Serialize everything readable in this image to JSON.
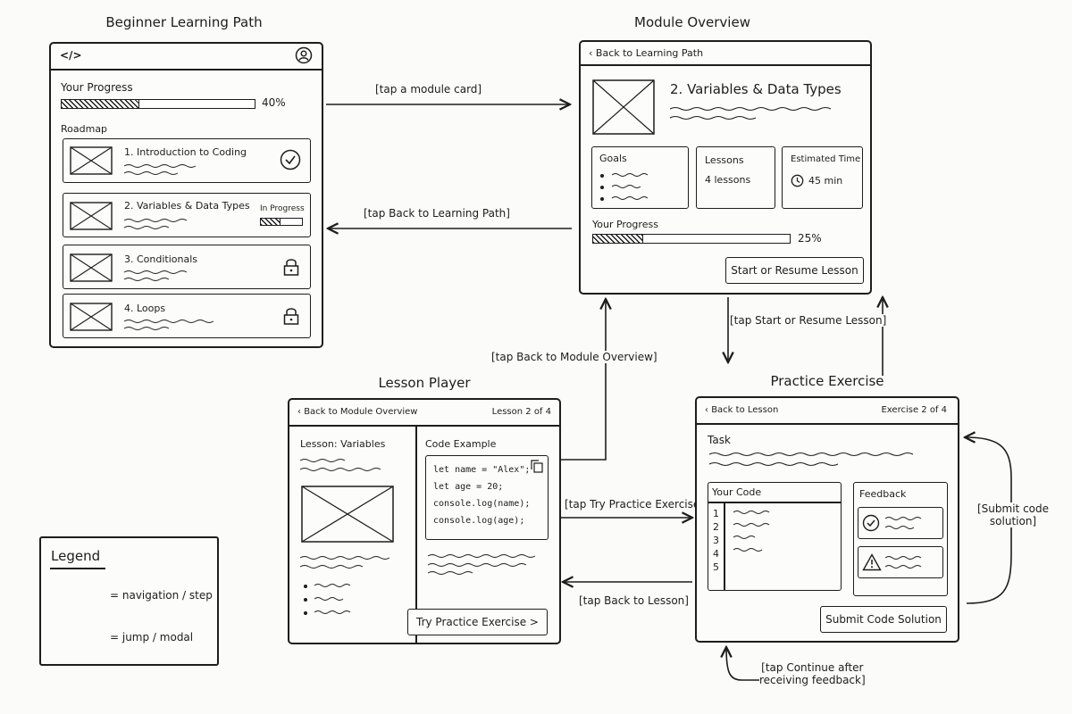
{
  "learning_path": {
    "title": "Beginner Learning Path",
    "logo_icon": "</>",
    "progress_label": "Your Progress",
    "progress_value": 0.4,
    "progress_text": "40%",
    "roadmap_label": "Roadmap",
    "modules": [
      {
        "title": "1. Introduction to Coding",
        "status": "completed",
        "icon": "check-circle-icon"
      },
      {
        "title": "2. Variables & Data Types",
        "status": "in-progress",
        "status_text": "In Progress",
        "progress_value": 0.45
      },
      {
        "title": "3. Conditionals",
        "status": "locked",
        "icon": "lock-icon"
      },
      {
        "title": "4. Loops",
        "status": "locked",
        "icon": "lock-icon"
      }
    ]
  },
  "module_overview": {
    "title": "Module Overview",
    "back": "Back to Learning Path",
    "module_title": "2. Variables & Data Types",
    "goals_label": "Goals",
    "lessons_label": "Lessons",
    "lessons_value": "4 lessons",
    "time_label": "Estimated Time",
    "time_value": "45 min",
    "progress_label": "Your Progress",
    "progress_value": 0.25,
    "progress_text": "25%",
    "start_button": "Start or Resume Lesson"
  },
  "lesson_player": {
    "title": "Lesson Player",
    "back": "Back to Module Overview",
    "lesson_counter": "Lesson 2 of 4",
    "lesson_title": "Lesson: Variables",
    "code_label": "Code Example",
    "code_lines": [
      "let name = \"Alex\";",
      "let age = 20;",
      "console.log(name);",
      "console.log(age);"
    ],
    "try_button": "Try Practice Exercise >"
  },
  "practice": {
    "title": "Practice Exercise",
    "back": "Back to Lesson",
    "exercise_counter": "Exercise 2 of 4",
    "task_label": "Task",
    "code_label": "Your Code",
    "line_numbers": [
      "1",
      "2",
      "3",
      "4",
      "5"
    ],
    "feedback_label": "Feedback",
    "submit_button": "Submit Code Solution"
  },
  "transitions": {
    "tap_module_card": "[tap a module card]",
    "tap_back_to_path": "[tap Back to Learning Path]",
    "tap_start_resume": "[tap Start or Resume Lesson]",
    "tap_back_to_overview": "[tap Back to Module Overview]",
    "tap_try_practice": "[tap Try Practice Exercise]",
    "tap_back_to_lesson": "[tap Back to Lesson]",
    "submit_solution_1": "[Submit code",
    "submit_solution_2": "solution]",
    "continue_feedback_1": "[tap Continue after",
    "continue_feedback_2": "receiving feedback]"
  },
  "legend": {
    "title": "Legend",
    "solid_text": "= navigation / step",
    "dashed_text": "= jump / modal"
  }
}
